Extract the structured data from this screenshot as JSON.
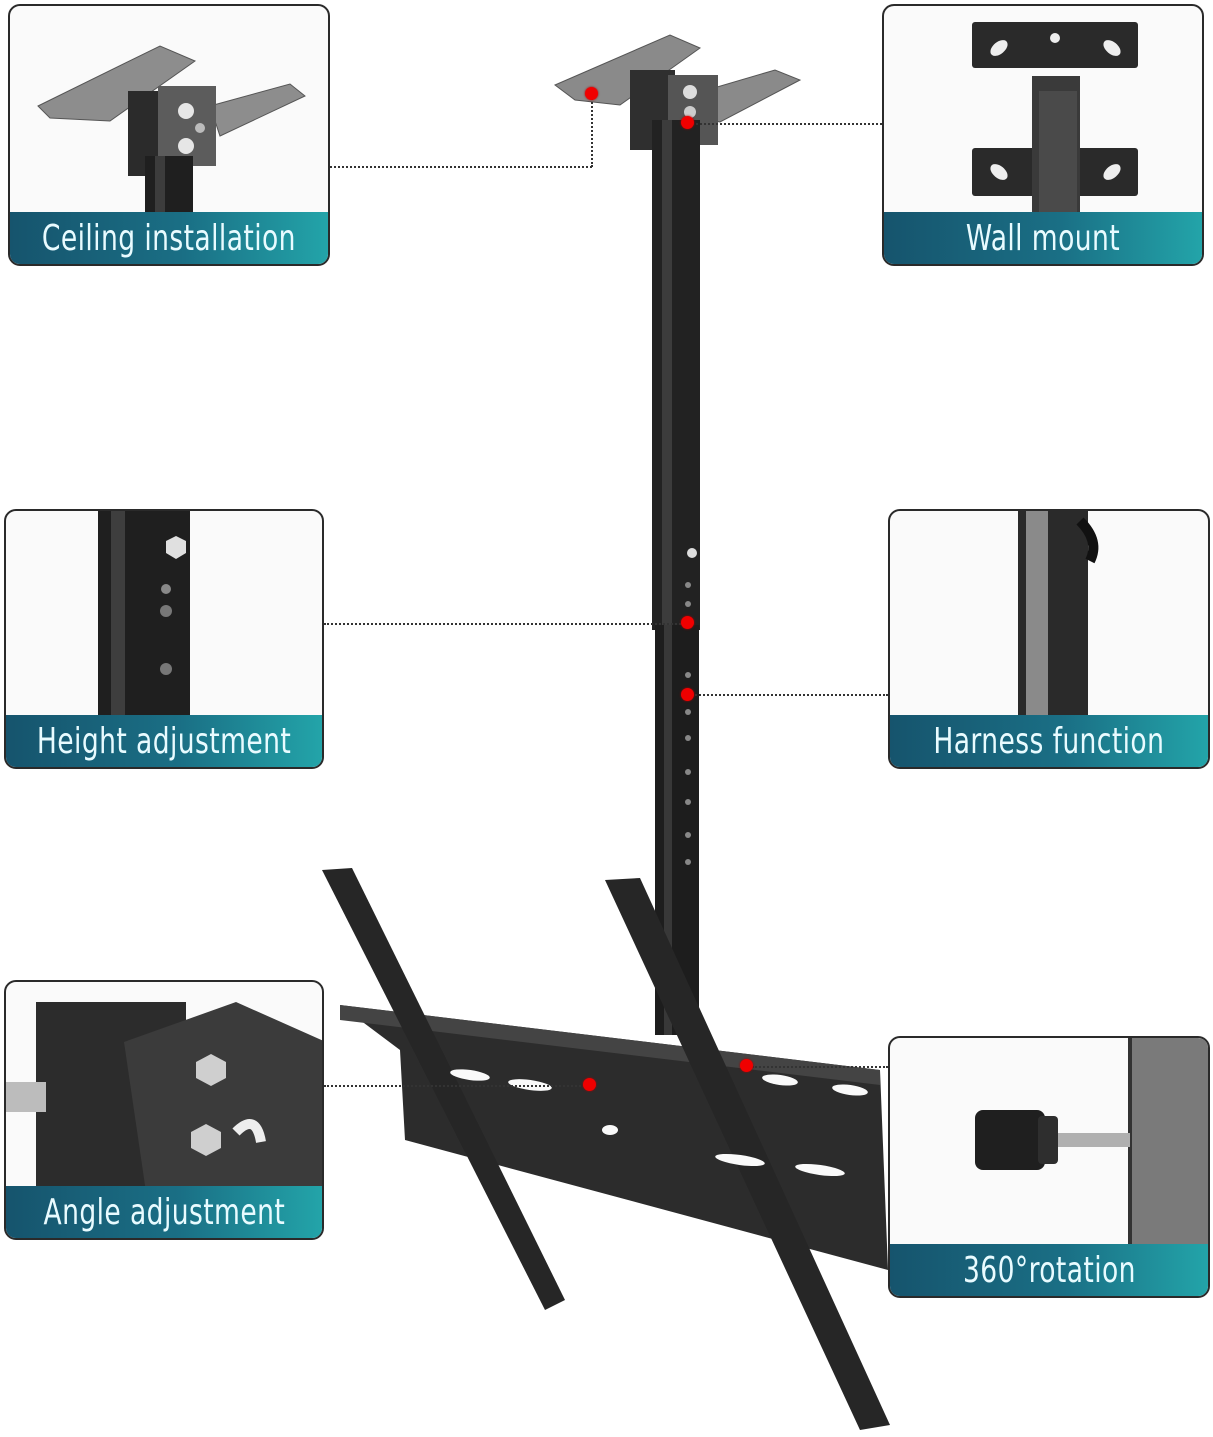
{
  "image": {
    "type": "product-feature-infographic",
    "subject": "Ceiling / wall TV mount with telescopic pole and tilting VESA bracket",
    "accent_colors": {
      "label_gradient_start": "#16546d",
      "label_gradient_end": "#23a4a9",
      "label_text": "#e8fbff",
      "callout_dot": "#f00000",
      "metal": "#2b2b2b"
    }
  },
  "callouts": [
    {
      "id": "ceiling",
      "label": "Ceiling installation",
      "side": "left"
    },
    {
      "id": "wall",
      "label": "Wall mount",
      "side": "right"
    },
    {
      "id": "height",
      "label": "Height adjustment",
      "side": "left"
    },
    {
      "id": "harness",
      "label": "Harness function",
      "side": "right"
    },
    {
      "id": "angle",
      "label": "Angle adjustment",
      "side": "left"
    },
    {
      "id": "rotation",
      "label": "360°rotation",
      "side": "right"
    }
  ]
}
